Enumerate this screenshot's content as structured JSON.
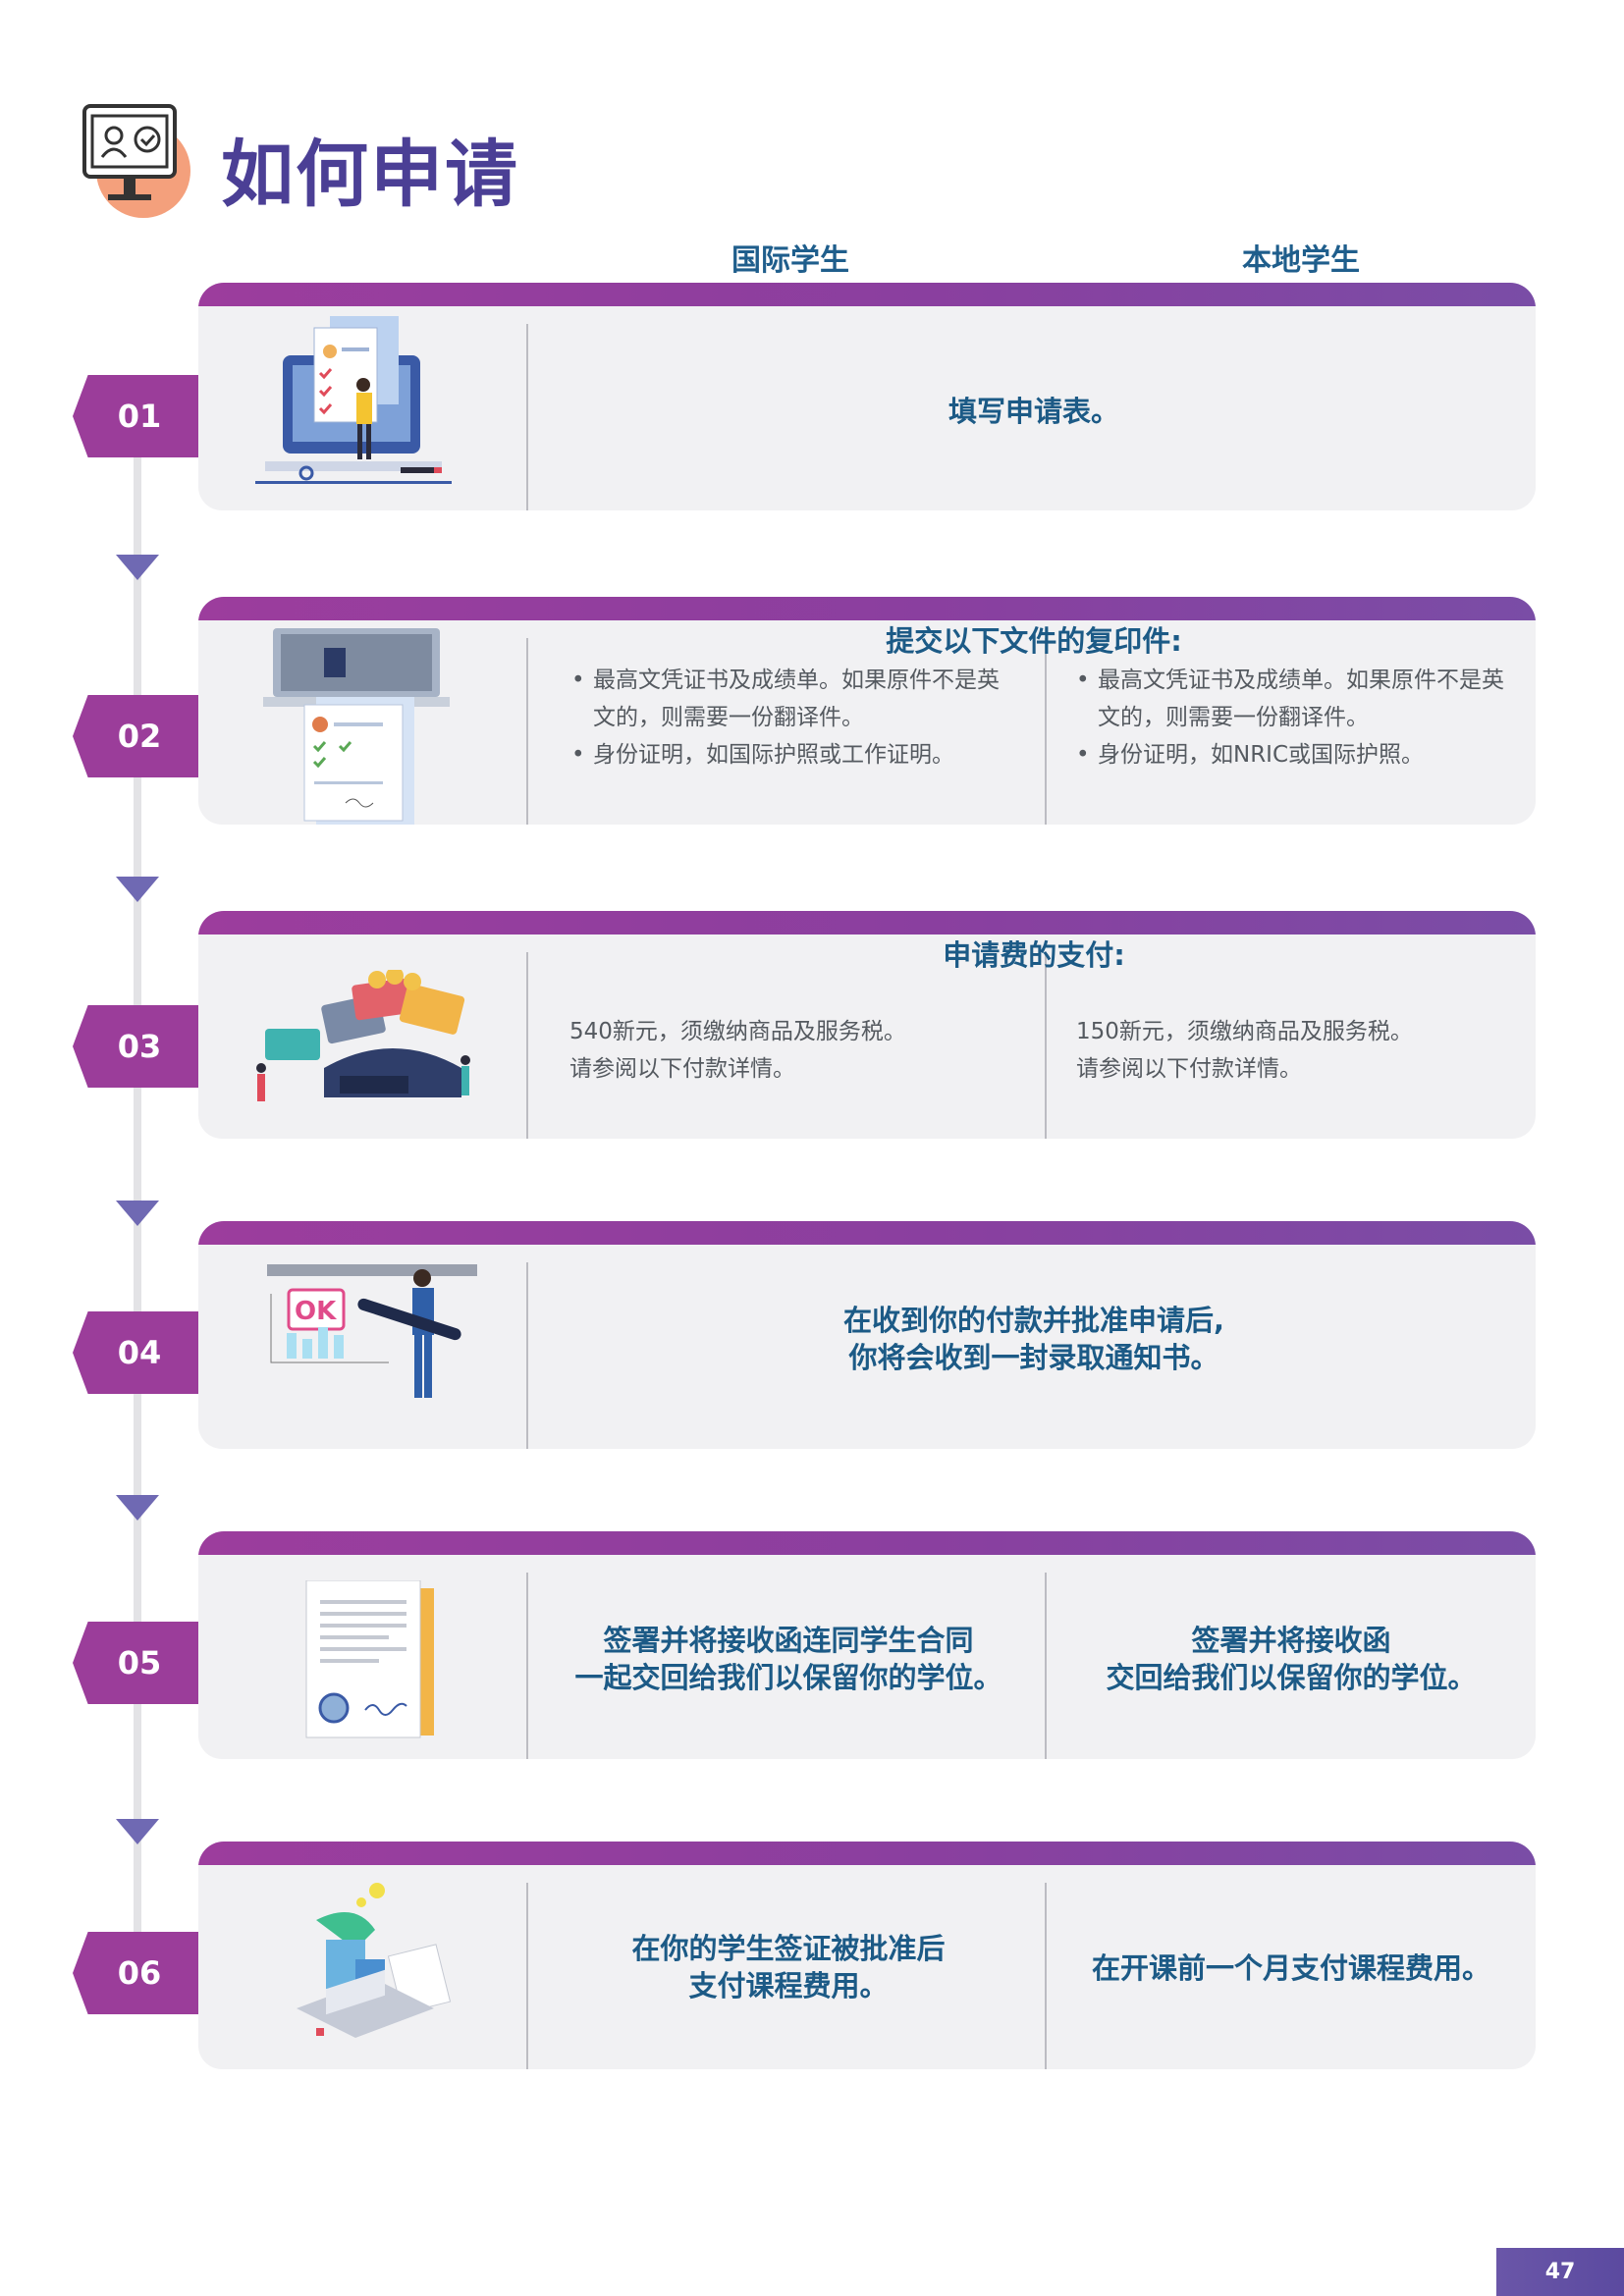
{
  "header": {
    "title": "如何申请"
  },
  "columns": {
    "international": "国际学生",
    "local": "本地学生"
  },
  "steps": [
    {
      "num": "01",
      "text": "填写申请表。"
    },
    {
      "num": "02",
      "heading": "提交以下文件的复印件:",
      "intl": [
        "最高文凭证书及成绩单。如果原件不是英文的，则需要一份翻译件。",
        "身份证明，如国际护照或工作证明。"
      ],
      "local": [
        "最高文凭证书及成绩单。如果原件不是英文的，则需要一份翻译件。",
        "身份证明，如NRIC或国际护照。"
      ]
    },
    {
      "num": "03",
      "heading": "申请费的支付:",
      "intl_line1": "540新元，须缴纳商品及服务税。",
      "intl_line2": "请参阅以下付款详情。",
      "local_line1": "150新元，须缴纳商品及服务税。",
      "local_line2": "请参阅以下付款详情。"
    },
    {
      "num": "04",
      "line1": "在收到你的付款并批准申请后,",
      "line2": "你将会收到一封录取通知书。"
    },
    {
      "num": "05",
      "intl_line1": "签署并将接收函连同学生合同",
      "intl_line2": "一起交回给我们以保留你的学位。",
      "local_line1": "签署并将接收函",
      "local_line2": "交回给我们以保留你的学位。"
    },
    {
      "num": "06",
      "intl_line1": "在你的学生签证被批准后",
      "intl_line2": "支付课程费用。",
      "local_text": "在开课前一个月支付课程费用。"
    }
  ],
  "page_number": "47",
  "icons": [
    "computer-application-icon",
    "form-filling-illustration",
    "documents-illustration",
    "payment-illustration",
    "ok-approval-illustration",
    "contract-illustration",
    "fee-payment-illustration"
  ],
  "colors": {
    "title": "#4b3f95",
    "badge": "#9b3d9a",
    "text_blue": "#1c5a86",
    "card": "#f1f1f3"
  }
}
